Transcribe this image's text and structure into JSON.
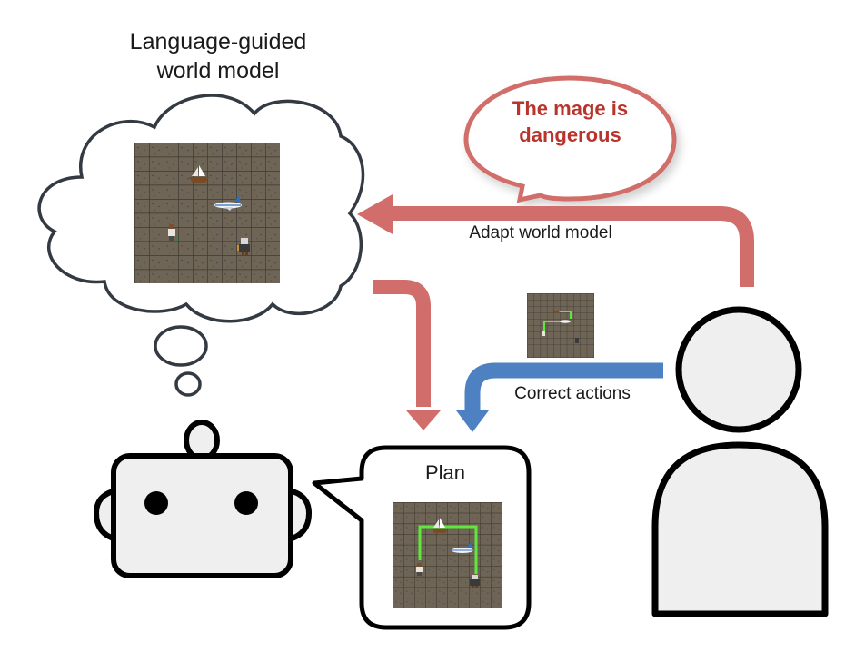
{
  "title": {
    "line1": "Language-guided",
    "line2": "world model"
  },
  "feedback_bubble": {
    "line1": "The mage is",
    "line2": "dangerous"
  },
  "arrows": {
    "adapt_label": "Adapt world model",
    "correct_label": "Correct actions"
  },
  "plan": {
    "label": "Plan"
  },
  "colors": {
    "red_arrow": "#d16e6b",
    "blue_arrow": "#4e81c1",
    "warning_text": "#b8342d",
    "plan_path": "#5ee83c",
    "tile": "#6e6556",
    "tile_line": "#3e3830",
    "figure_fill": "#efefef"
  },
  "grid_objects": [
    "boat",
    "airplane",
    "adventurer",
    "mage"
  ]
}
